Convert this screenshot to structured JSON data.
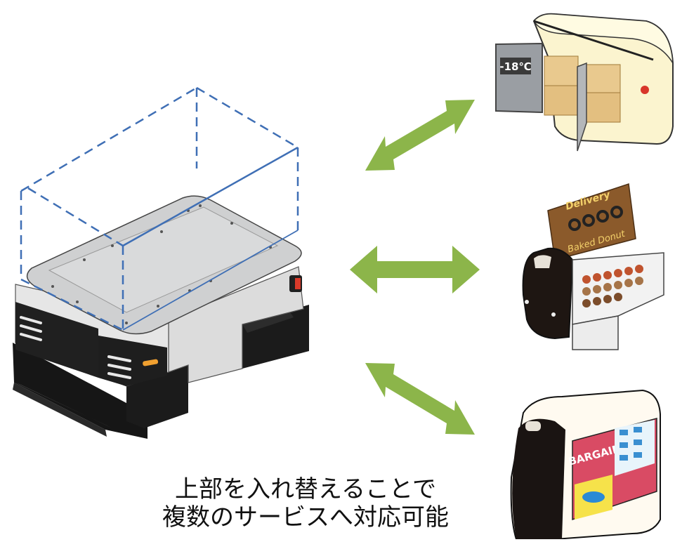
{
  "caption": {
    "line1": "上部を入れ替えることで",
    "line2": "複数のサービスへ対応可能"
  },
  "modules": {
    "freezer": {
      "temp_label": "-18℃"
    },
    "donut": {
      "sign_line1": "Delivery",
      "sign_line2": "Baked Donut"
    },
    "sales": {
      "banner": "BARGAIN"
    }
  },
  "colors": {
    "arrow": "#8cb54a",
    "dashed_box": "#3f6fb5",
    "robot_body": "#c9cacb",
    "robot_dark": "#1a1a1a"
  }
}
